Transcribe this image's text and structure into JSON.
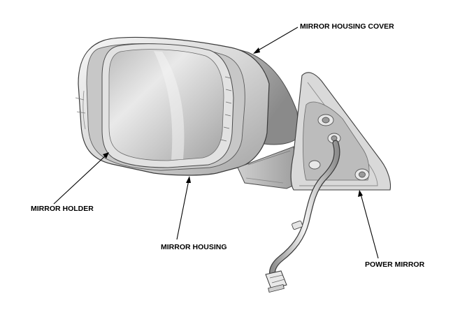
{
  "callouts": {
    "housing_cover": "MIRROR HOUSING COVER",
    "holder": "MIRROR HOLDER",
    "housing": "MIRROR HOUSING",
    "power_mirror": "POWER MIRROR"
  },
  "colors": {
    "line": "#000000",
    "shell_light": "#f2f2f2",
    "shell_mid": "#d4d4d4",
    "shell_dark": "#9a9a9a",
    "glass_light": "#e6e6e6",
    "glass_dark": "#a9a9a9"
  }
}
